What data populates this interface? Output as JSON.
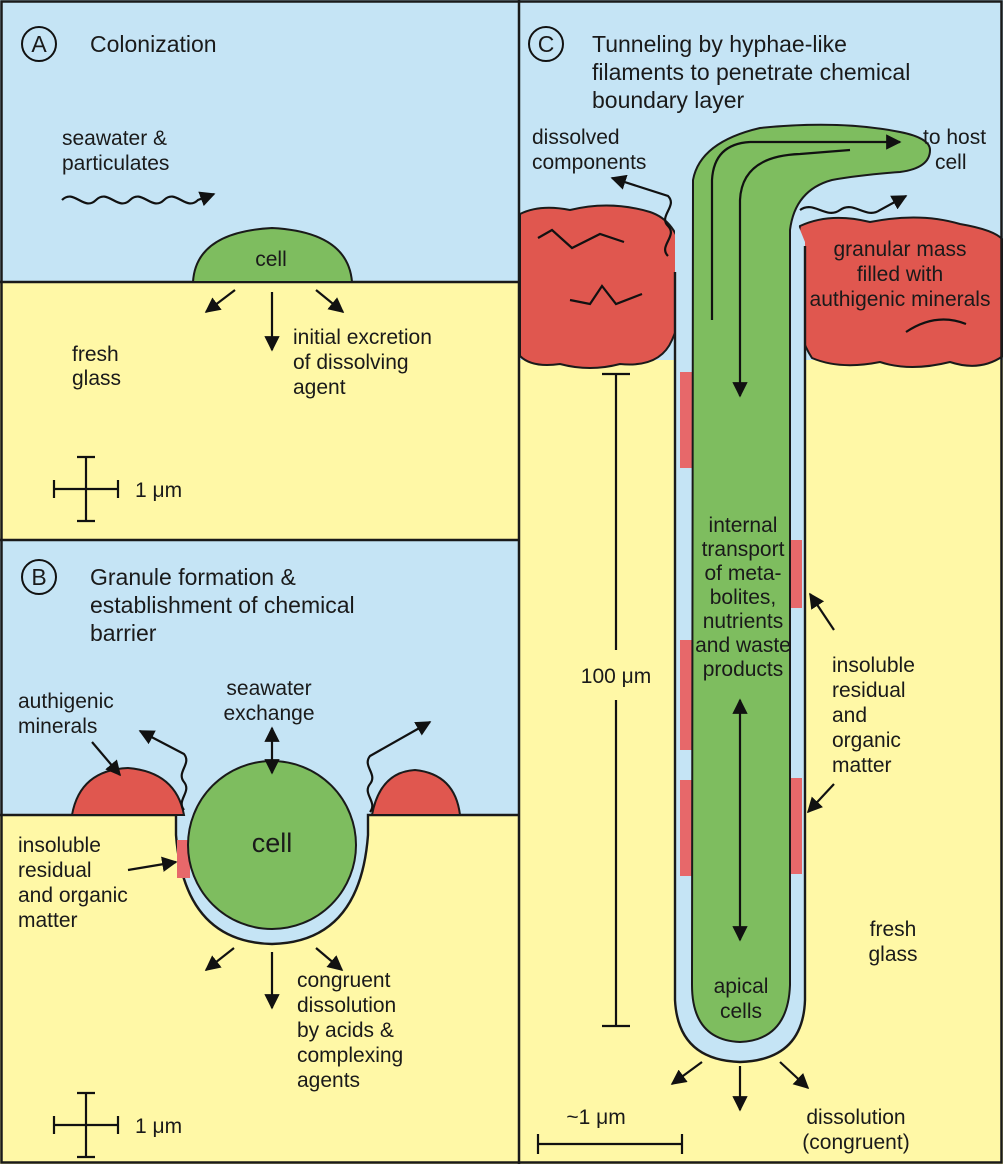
{
  "panels": {
    "a": {
      "letter": "A",
      "title": "Colonization",
      "seawater": [
        "seawater &",
        "particulates"
      ],
      "cell": "cell",
      "fresh_glass": [
        "fresh",
        "glass"
      ],
      "excretion": [
        "initial excretion",
        "of dissolving",
        "agent"
      ],
      "scale": "1 μm"
    },
    "b": {
      "letter": "B",
      "title": [
        "Granule formation &",
        "establishment of chemical",
        "barrier"
      ],
      "seawater_exchange": [
        "seawater",
        "exchange"
      ],
      "authigenic": [
        "authigenic",
        "minerals"
      ],
      "cell": "cell",
      "residual": [
        "insoluble",
        "residual",
        "and organic",
        "matter"
      ],
      "dissolution": [
        "congruent",
        "dissolution",
        "by acids &",
        "complexing",
        "agents"
      ],
      "scale": "1 μm"
    },
    "c": {
      "letter": "C",
      "title": [
        "Tunneling by hyphae-like",
        "filaments to penetrate chemical",
        "boundary layer"
      ],
      "dissolved": [
        "dissolved",
        "components"
      ],
      "to_host": [
        "to host",
        "cell"
      ],
      "granular": [
        "granular mass",
        "filled with",
        "authigenic minerals"
      ],
      "transport": [
        "internal",
        "transport",
        "of meta-",
        "bolites,",
        "nutrients",
        "and waste",
        "products"
      ],
      "scale_100": "100 μm",
      "residual": [
        "insoluble",
        "residual",
        "and",
        "organic",
        "matter"
      ],
      "fresh_glass": [
        "fresh",
        "glass"
      ],
      "apical": [
        "apical",
        "cells"
      ],
      "scale_1": "~1 μm",
      "dissolution": [
        "dissolution",
        "(congruent)"
      ]
    }
  },
  "colors": {
    "seawater": "#c5e4f5",
    "glass": "#fff8a6",
    "cell": "#7ebd5f",
    "granule": "#e0574f"
  }
}
